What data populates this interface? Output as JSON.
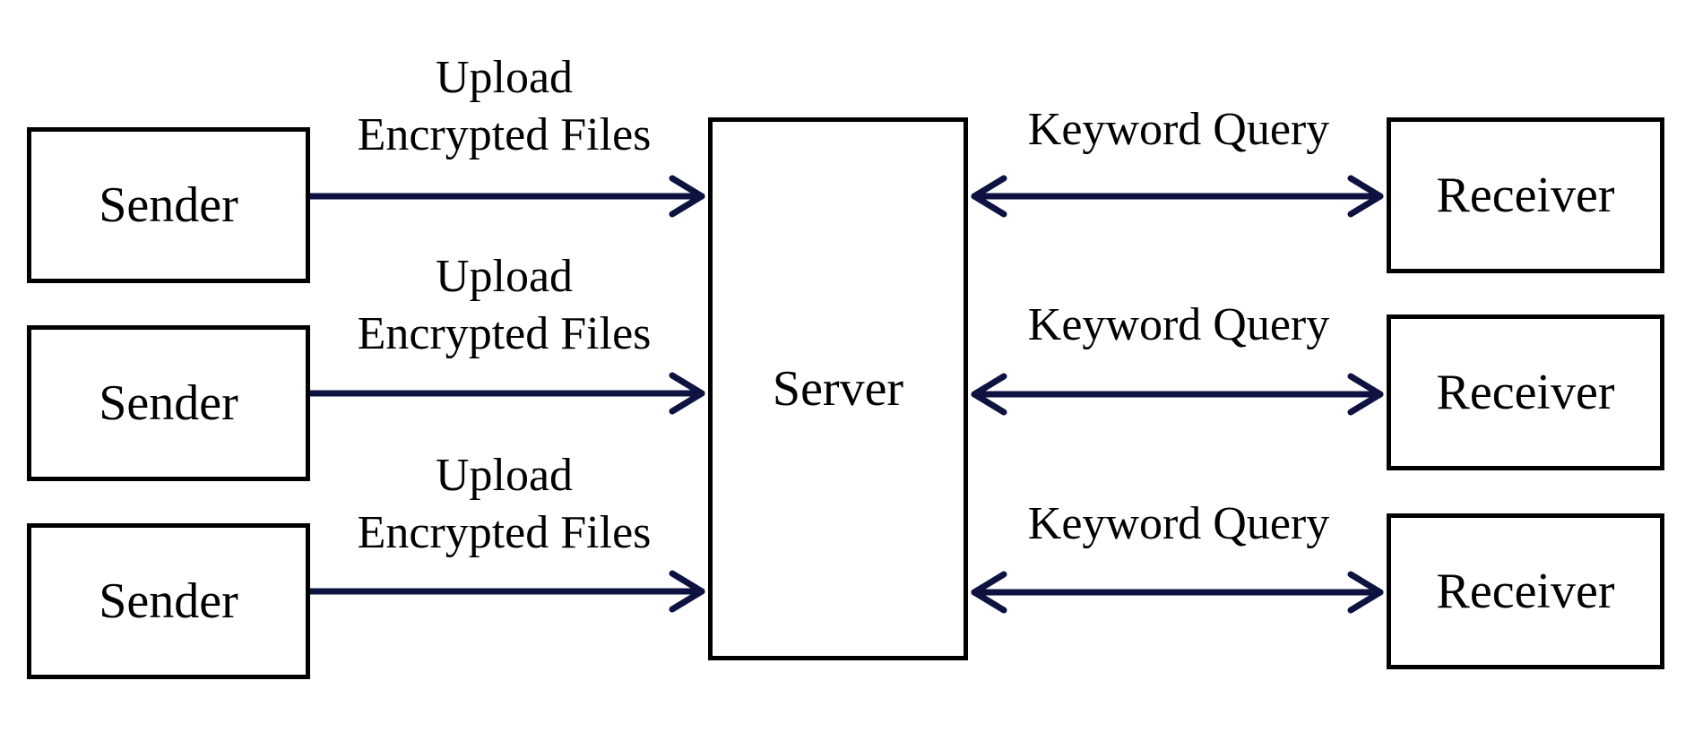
{
  "colors": {
    "box_border": "#000000",
    "arrow": "#0d1240",
    "background": "#ffffff"
  },
  "server": {
    "label": "Server"
  },
  "senders": [
    {
      "label": "Sender",
      "edge_line1": "Upload",
      "edge_line2": "Encrypted Files"
    },
    {
      "label": "Sender",
      "edge_line1": "Upload",
      "edge_line2": "Encrypted Files"
    },
    {
      "label": "Sender",
      "edge_line1": "Upload",
      "edge_line2": "Encrypted Files"
    }
  ],
  "receivers": [
    {
      "label": "Receiver",
      "edge_label": "Keyword Query"
    },
    {
      "label": "Receiver",
      "edge_label": "Keyword Query"
    },
    {
      "label": "Receiver",
      "edge_label": "Keyword Query"
    }
  ],
  "edges": [
    {
      "from": "senders.0",
      "to": "server",
      "direction": "one-way"
    },
    {
      "from": "senders.1",
      "to": "server",
      "direction": "one-way"
    },
    {
      "from": "senders.2",
      "to": "server",
      "direction": "one-way"
    },
    {
      "from": "server",
      "to": "receivers.0",
      "direction": "two-way"
    },
    {
      "from": "server",
      "to": "receivers.1",
      "direction": "two-way"
    },
    {
      "from": "server",
      "to": "receivers.2",
      "direction": "two-way"
    }
  ]
}
